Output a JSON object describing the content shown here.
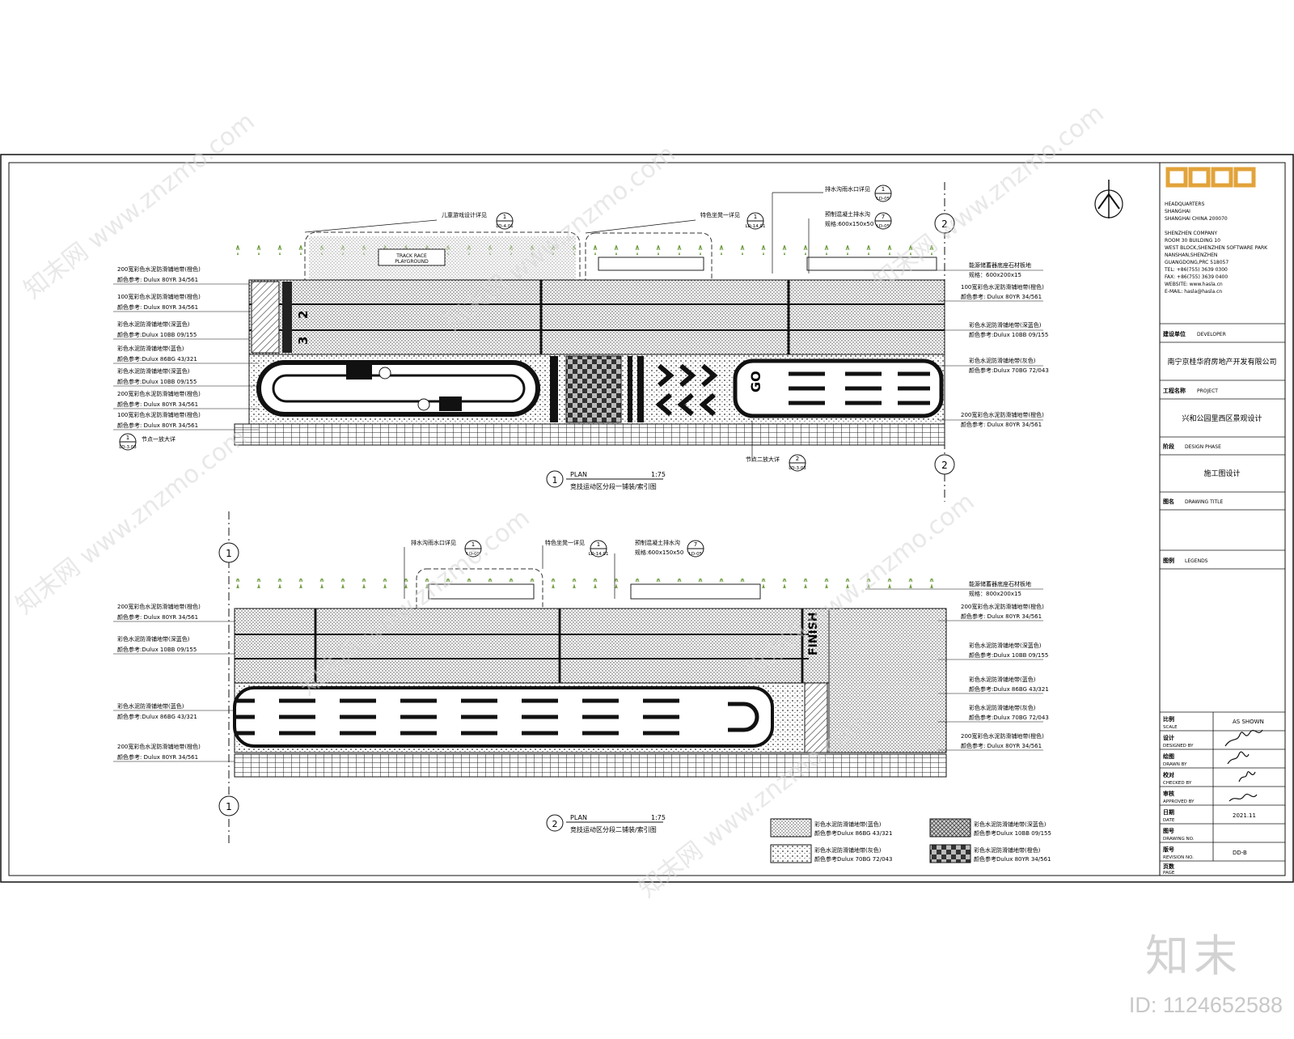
{
  "sheet": {
    "plan1": {
      "num": "1",
      "label": "PLAN",
      "scale": "1:75",
      "title": "竞技运动区分段一铺装/索引图"
    },
    "plan2": {
      "num": "2",
      "label": "PLAN",
      "scale": "1:75",
      "title": "竞技运动区分段二铺装/索引图"
    },
    "cut_mark": "1",
    "cut_mark_b": "2",
    "refs": {
      "p1_play": {
        "text": "儿童游戏设计详见",
        "num": "1",
        "sheet": "LD-4.01"
      },
      "p1_furn": {
        "text": "特色坐凳一详见",
        "num": "1",
        "sheet": "LD-14.01"
      },
      "p1_drain": {
        "text": "排水沟雨水口详见",
        "num": "1",
        "sheet": "LD-05"
      },
      "p1_slab": {
        "text": "预制混凝土排水沟",
        "num": "7",
        "sheet": "LD-05",
        "spec": "规格:600x150x50"
      },
      "p1_node1": {
        "text": "节点一放大详",
        "num": "1",
        "sheet": "LD-3.03"
      },
      "p1_node2": {
        "text": "节点二放大详",
        "num": "2",
        "sheet": "LD-3.03"
      },
      "p2_drain": {
        "text": "排水沟雨水口详见",
        "num": "1",
        "sheet": "LD-05"
      },
      "p2_furn": {
        "text": "特色坐凳一详见",
        "num": "1",
        "sheet": "LD-14.01"
      },
      "p2_slab": {
        "text": "预制混凝土排水沟",
        "num": "7",
        "sheet": "LD-05",
        "spec": "规格:600x150x50"
      }
    },
    "left_notes_p1": [
      [
        "200宽彩色水泥防滑铺地带(橙色)",
        "颜色参考: Dulux 80YR 34/561"
      ],
      [
        "100宽彩色水泥防滑铺地带(橙色)",
        "颜色参考: Dulux 80YR 34/561"
      ],
      [
        "彩色水泥防滑铺地带(深蓝色)",
        "颜色参考:Dulux 10BB 09/155"
      ],
      [
        "彩色水泥防滑铺地带(蓝色)",
        "颜色参考:Dulux 86BG 43/321"
      ],
      [
        "彩色水泥防滑铺地带(深蓝色)",
        "颜色参考:Dulux 10BB 09/155"
      ],
      [
        "200宽彩色水泥防滑铺地带(橙色)",
        "颜色参考: Dulux 80YR 34/561"
      ],
      [
        "100宽彩色水泥防滑铺地带(橙色)",
        "颜色参考: Dulux 80YR 34/561"
      ]
    ],
    "right_notes_p1": [
      [
        "能源储蓄器底座石材板地",
        "规格：600x200x15"
      ],
      [
        "100宽彩色水泥防滑铺地带(橙色)",
        "颜色参考: Dulux 80YR 34/561"
      ],
      [
        "彩色水泥防滑铺地带(深蓝色)",
        "颜色参考:Dulux 10BB 09/155"
      ],
      [
        "彩色水泥防滑铺地带(灰色)",
        "颜色参考:Dulux 70BG 72/043"
      ],
      [
        "200宽彩色水泥防滑铺地带(橙色)",
        "颜色参考: Dulux 80YR 34/561"
      ]
    ],
    "left_notes_p2": [
      [
        "200宽彩色水泥防滑铺地带(橙色)",
        "颜色参考: Dulux 80YR 34/561"
      ],
      [
        "彩色水泥防滑铺地带(深蓝色)",
        "颜色参考:Dulux 10BB 09/155"
      ],
      [
        "彩色水泥防滑铺地带(蓝色)",
        "颜色参考:Dulux 86BG 43/321"
      ],
      [
        "200宽彩色水泥防滑铺地带(橙色)",
        "颜色参考: Dulux 80YR 34/561"
      ]
    ],
    "right_notes_p2": [
      [
        "能源储蓄器底座石材板地",
        "规格：800x200x15"
      ],
      [
        "200宽彩色水泥防滑铺地带(橙色)",
        "颜色参考: Dulux 80YR 34/561"
      ],
      [
        "彩色水泥防滑铺地带(深蓝色)",
        "颜色参考:Dulux 10BB 09/155"
      ],
      [
        "彩色水泥防滑铺地带(蓝色)",
        "颜色参考:Dulux 86BG 43/321"
      ],
      [
        "彩色水泥防滑铺地带(灰色)",
        "颜色参考:Dulux 70BG 72/043"
      ],
      [
        "200宽彩色水泥防滑铺地带(橙色)",
        "颜色参考: Dulux 80YR 34/561"
      ]
    ],
    "legend": [
      [
        "彩色水泥防滑铺地带(蓝色)",
        "颜色参考Dulux 86BG 43/321"
      ],
      [
        "彩色水泥防滑铺地带(深蓝色)",
        "颜色参考Dulux 10BB 09/155"
      ],
      [
        "彩色水泥防滑铺地带(灰色)",
        "颜色参考Dulux 70BG 72/043"
      ],
      [
        "彩色水泥防滑铺地带(橙色)",
        "颜色参考Dulux 80YR 34/561"
      ]
    ]
  },
  "title_block": {
    "hq_label": "HEADQUARTERS",
    "hq_lines": [
      "SHANGHAI",
      "SHANGHAI CHINA 200070"
    ],
    "branch_label": "SHENZHEN COMPANY",
    "branch_lines": [
      "ROOM 30 BUILDING 10",
      "WEST BLOCK,SHENZHEN SOFTWARE PARK",
      "NANSHAN,SHENZHEN",
      "GUANGDONG,PRC 518057",
      "TEL: +86(755) 3639 0300",
      "FAX: +86(755) 3639 0400",
      "WEBSITE: www.hasla.cn",
      "E-MAIL: hasla@hasla.cn"
    ],
    "developer_label": "建设单位",
    "developer_en": "DEVELOPER",
    "developer": "南宁京桂华府房地产开发有限公司",
    "project_label": "工程名称",
    "project_en": "PROJECT",
    "project": "兴和公园里西区景观设计",
    "phase_label": "阶段",
    "phase_en": "DESIGN PHASE",
    "phase": "施工图设计",
    "drawing_label": "图名",
    "drawing_en": "DRAWING TITLE",
    "legend_label": "图例",
    "legend_en": "LEGENDS",
    "scale_label": "比例",
    "scale_en": "SCALE",
    "scale": "AS SHOWN",
    "designed_label": "设计",
    "designed_en": "DESIGNED BY",
    "drawn_label": "绘图",
    "drawn_en": "DRAWN BY",
    "checked_label": "校对",
    "checked_en": "CHECKED BY",
    "approved_label": "审核",
    "approved_en": "APPROVED BY",
    "date_label": "日期",
    "date_en": "DATE",
    "date": "2021.11",
    "dwgno_label": "图号",
    "dwgno_en": "DRAWING NO.",
    "rev_label": "版号",
    "rev_en": "REVISION NO.",
    "rev": "DD-B",
    "page_label": "页数",
    "page_en": "PAGE"
  },
  "watermark": {
    "site": "知末网 www.znzmo.com",
    "logo": "知末",
    "id": "ID: 1124652588"
  },
  "colors": {
    "line": "#111111",
    "hatch": "#555555",
    "grass": "#6a9a3a",
    "watermark": "#c8c8c8"
  }
}
